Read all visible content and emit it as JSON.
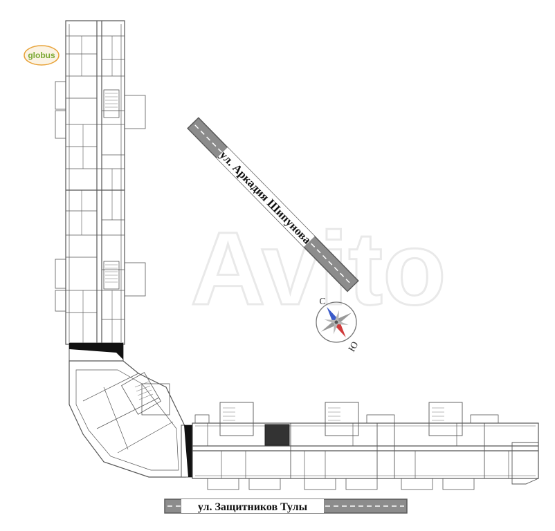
{
  "logo": {
    "text": "globus",
    "color": "#7aa832",
    "accent": "#e8a33a"
  },
  "roads": {
    "diagonal": {
      "name": "ул. Аркадия Шипунова"
    },
    "bottom": {
      "name": "ул. Защитников Тулы"
    }
  },
  "compass": {
    "north_label": "С",
    "south_label": "Ю",
    "north_color": "#3b5bc9",
    "south_color": "#d03a3a"
  },
  "highlighted_unit": {
    "color": "#333333"
  },
  "watermark": {
    "text": "Avito"
  },
  "colors": {
    "walls": "#555555",
    "road_fill": "#8c8c8c",
    "road_edge": "#5a5a5a"
  }
}
